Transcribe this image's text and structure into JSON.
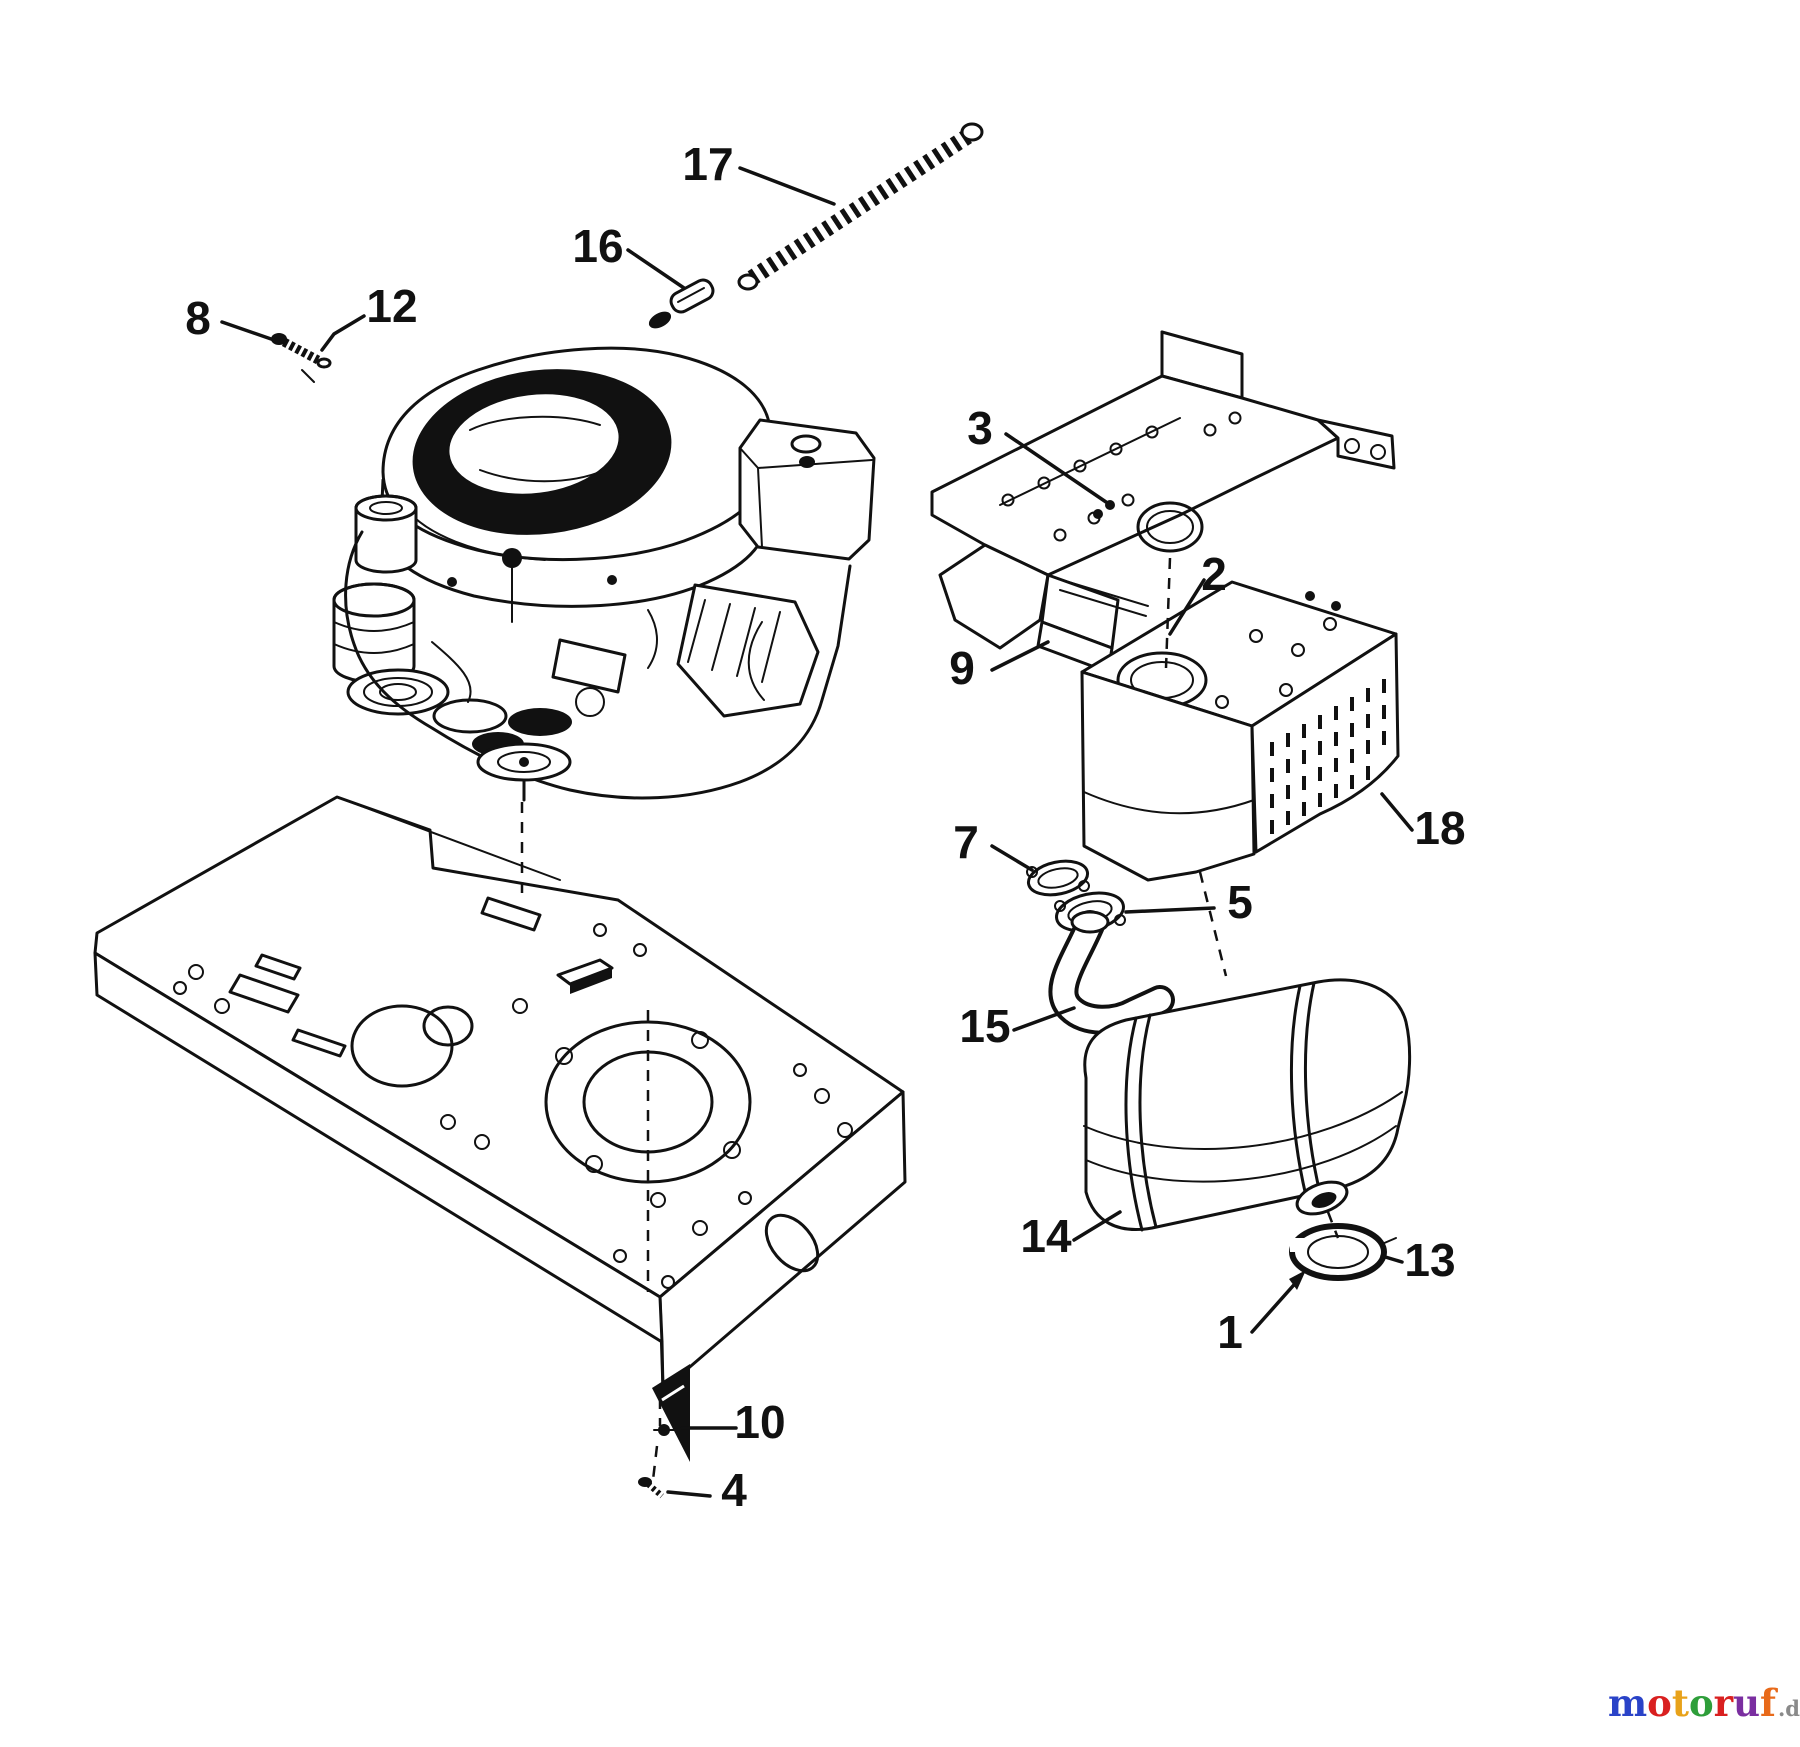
{
  "diagram": {
    "description": "Exploded parts diagram: lawn tractor engine, chassis plate, engine bracket, muffler heat shield, exhaust pipe and muffler",
    "line_color": "#111111",
    "background": "#ffffff",
    "callouts": [
      {
        "id": "17",
        "label": "17"
      },
      {
        "id": "16",
        "label": "16"
      },
      {
        "id": "8",
        "label": "8"
      },
      {
        "id": "12",
        "label": "12"
      },
      {
        "id": "3",
        "label": "3"
      },
      {
        "id": "2",
        "label": "2"
      },
      {
        "id": "9",
        "label": "9"
      },
      {
        "id": "18",
        "label": "18"
      },
      {
        "id": "7",
        "label": "7"
      },
      {
        "id": "5",
        "label": "5"
      },
      {
        "id": "15",
        "label": "15"
      },
      {
        "id": "14",
        "label": "14"
      },
      {
        "id": "13",
        "label": "13"
      },
      {
        "id": "1",
        "label": "1"
      },
      {
        "id": "10",
        "label": "10"
      },
      {
        "id": "4",
        "label": "4"
      }
    ]
  },
  "watermark": {
    "suffix": ".de",
    "suffix_color": "#8a8a8a",
    "letters": [
      {
        "char": "m",
        "color": "#2a43c8"
      },
      {
        "char": "o",
        "color": "#d92020"
      },
      {
        "char": "t",
        "color": "#e8a21a"
      },
      {
        "char": "o",
        "color": "#2e9e3a"
      },
      {
        "char": "r",
        "color": "#d92020"
      },
      {
        "char": "u",
        "color": "#7a2ea0"
      },
      {
        "char": "f",
        "color": "#e86a1a"
      }
    ]
  }
}
